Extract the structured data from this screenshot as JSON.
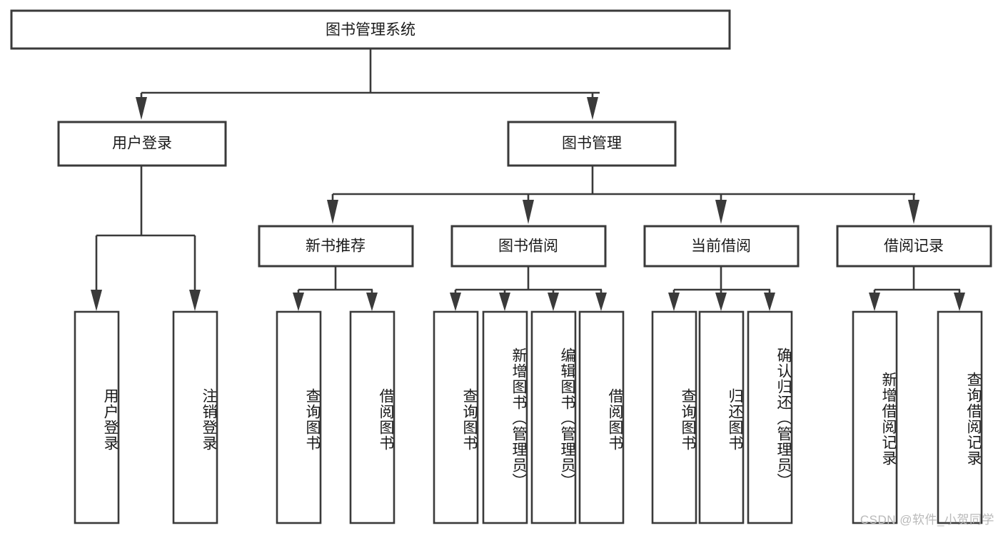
{
  "diagram": {
    "type": "tree-hierarchy-flowchart",
    "title": "图书管理系统",
    "root": {
      "id": "root",
      "label": "图书管理系统",
      "level": 0
    },
    "level1": [
      {
        "id": "user-login",
        "label": "用户登录"
      },
      {
        "id": "book-management",
        "label": "图书管理"
      }
    ],
    "level2": [
      {
        "id": "new-book-recommend",
        "label": "新书推荐",
        "parent": "book-management"
      },
      {
        "id": "book-borrow",
        "label": "图书借阅",
        "parent": "book-management"
      },
      {
        "id": "current-borrow",
        "label": "当前借阅",
        "parent": "book-management"
      },
      {
        "id": "borrow-record",
        "label": "借阅记录",
        "parent": "book-management"
      }
    ],
    "leaves": {
      "user-login": [
        {
          "id": "leaf-user-login",
          "label": "用户登录"
        },
        {
          "id": "leaf-logout-login",
          "label": "注销登录"
        }
      ],
      "new-book-recommend": [
        {
          "id": "leaf-query-book-1",
          "label": "查询图书"
        },
        {
          "id": "leaf-borrow-book-1",
          "label": "借阅图书"
        }
      ],
      "book-borrow": [
        {
          "id": "leaf-query-book-2",
          "label": "查询图书"
        },
        {
          "id": "leaf-add-book",
          "label": "新增图书（管理员）"
        },
        {
          "id": "leaf-edit-book",
          "label": "编辑图书（管理员）"
        },
        {
          "id": "leaf-borrow-book-2",
          "label": "借阅图书"
        }
      ],
      "current-borrow": [
        {
          "id": "leaf-query-book-3",
          "label": "查询图书"
        },
        {
          "id": "leaf-return-book",
          "label": "归还图书"
        },
        {
          "id": "leaf-confirm-return",
          "label": "确认归还（管理员）"
        }
      ],
      "borrow-record": [
        {
          "id": "leaf-add-record",
          "label": "新增借阅记录"
        },
        {
          "id": "leaf-query-record",
          "label": "查询借阅记录"
        }
      ]
    }
  },
  "watermark": {
    "text": "CSDN @软件_小贺同学"
  },
  "colors": {
    "background": "#ffffff",
    "box_fill": "#ffffff",
    "box_stroke": "#3a3a3a",
    "text": "#1a1a1a",
    "watermark": "#b9b9b9"
  }
}
